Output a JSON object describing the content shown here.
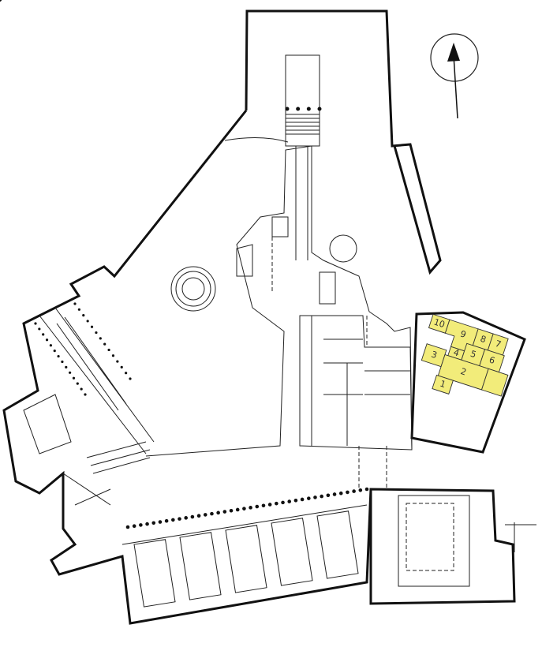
{
  "rooms": [
    {
      "label": "1"
    },
    {
      "label": "2"
    },
    {
      "label": "3"
    },
    {
      "label": "4"
    },
    {
      "label": "5"
    },
    {
      "label": "6"
    },
    {
      "label": "7"
    },
    {
      "label": "8"
    },
    {
      "label": "9"
    },
    {
      "label": "10"
    }
  ],
  "colors": {
    "highlight": "#f2ec7a",
    "wall": "#111111"
  },
  "north_arrow": {
    "icon": "north-arrow-icon"
  }
}
